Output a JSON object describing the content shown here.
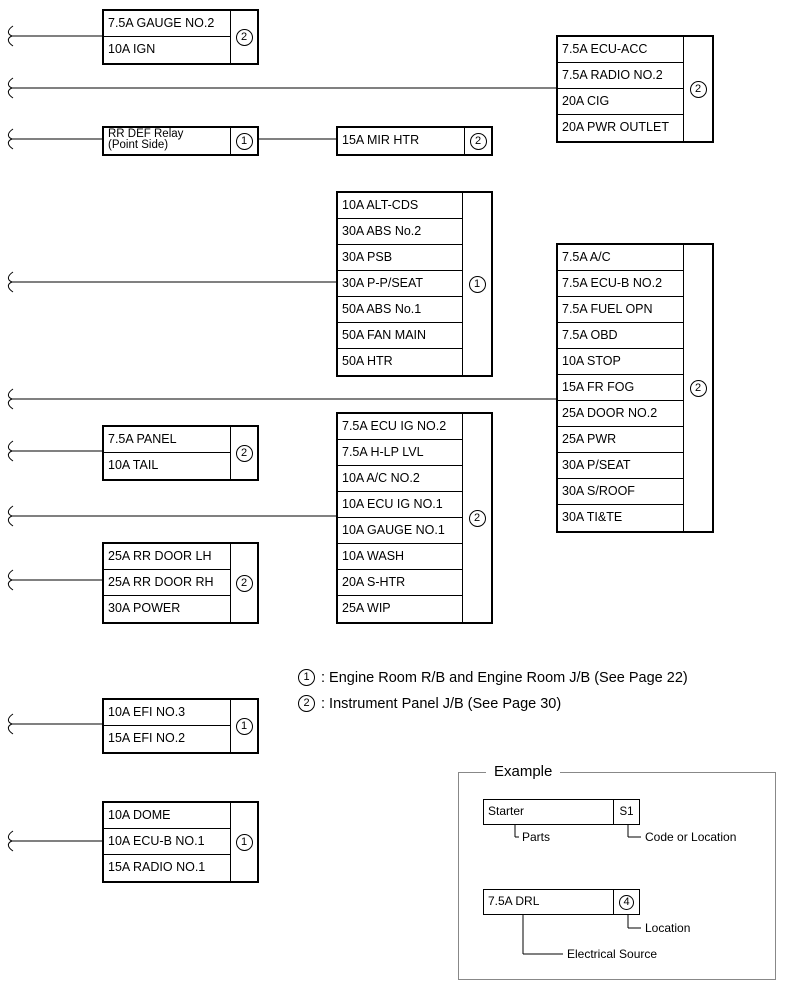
{
  "groups": [
    {
      "id": "g-gauge2-ign",
      "code": "2",
      "items": [
        "7.5A GAUGE NO.2",
        "10A IGN"
      ]
    },
    {
      "id": "g-ecu-acc",
      "code": "2",
      "items": [
        "7.5A ECU-ACC",
        "7.5A RADIO NO.2",
        "20A CIG",
        "20A PWR OUTLET"
      ]
    },
    {
      "id": "g-rr-def-relay",
      "code": "1",
      "items": [
        "RR DEF Relay\n(Point Side)"
      ]
    },
    {
      "id": "g-mir-htr",
      "code": "2",
      "items": [
        "15A MIR HTR"
      ]
    },
    {
      "id": "g-alt-cds",
      "code": "1",
      "items": [
        "10A ALT-CDS",
        "30A ABS No.2",
        "30A PSB",
        "30A P-P/SEAT",
        "50A ABS No.1",
        "50A FAN MAIN",
        "50A HTR"
      ]
    },
    {
      "id": "g-ac",
      "code": "2",
      "items": [
        "7.5A A/C",
        "7.5A ECU-B NO.2",
        "7.5A FUEL OPN",
        "7.5A OBD",
        "10A STOP",
        "15A FR FOG",
        "25A DOOR NO.2",
        "25A PWR",
        "30A P/SEAT",
        "30A S/ROOF",
        "30A TI&TE"
      ]
    },
    {
      "id": "g-ecu-ig2",
      "code": "2",
      "items": [
        "7.5A ECU IG NO.2",
        "7.5A H-LP LVL",
        "10A A/C NO.2",
        "10A ECU IG NO.1",
        "10A GAUGE NO.1",
        "10A WASH",
        "20A S-HTR",
        "25A WIP"
      ]
    },
    {
      "id": "g-panel-tail",
      "code": "2",
      "items": [
        "7.5A PANEL",
        "10A TAIL"
      ]
    },
    {
      "id": "g-rr-door",
      "code": "2",
      "items": [
        "25A RR DOOR LH",
        "25A RR DOOR RH",
        "30A POWER"
      ]
    },
    {
      "id": "g-efi",
      "code": "1",
      "items": [
        "10A EFI NO.3",
        "15A EFI NO.2"
      ]
    },
    {
      "id": "g-dome",
      "code": "1",
      "items": [
        "10A DOME",
        "10A ECU-B NO.1",
        "15A RADIO NO.1"
      ]
    }
  ],
  "legend": [
    {
      "code": "1",
      "text": ": Engine Room R/B and Engine Room J/B (See Page 22)"
    },
    {
      "code": "2",
      "text": ": Instrument Panel J/B (See Page 30)"
    }
  ],
  "example": {
    "title": "Example",
    "box1_label": "Starter",
    "box1_code": "S1",
    "parts_label": "Parts",
    "code_label": "Code or Location",
    "box2_label": "7.5A DRL",
    "box2_code": "4",
    "location_label": "Location",
    "source_label": "Electrical Source"
  }
}
